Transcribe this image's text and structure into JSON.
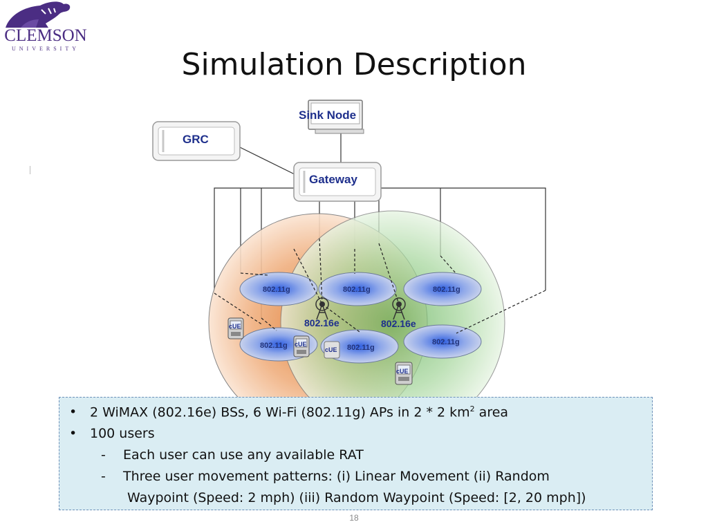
{
  "logo": {
    "wordmark": "CLEMSON",
    "sub": "UNIVERSITY"
  },
  "title": "Simulation Description",
  "diagram": {
    "sink_node": "Sink Node",
    "grc": "GRC",
    "gateway": "Gateway",
    "wimax_label": "802.16e",
    "wifi_label": "802.11g",
    "cue_label": "cUE"
  },
  "bullets": {
    "b1_pre": "2 WiMAX (802.16e) BSs, 6 Wi-Fi (802.11g) APs in 2 * 2 km",
    "b1_sup": "2",
    "b1_post": " area",
    "b2": "100 users",
    "sub1": "Each user can use any available RAT",
    "sub2_line1": "Three user movement patterns: (i) Linear Movement (ii) Random",
    "sub2_line2": "Waypoint (Speed: 2 mph) (iii) Random Waypoint (Speed: [2, 20 mph])",
    "bullet_mark": "•",
    "dash_mark": "-"
  },
  "page_number": "18",
  "colors": {
    "brand": "#4b2d83",
    "box_bg": "#daedf3",
    "label_blue": "#1e2f8c"
  }
}
